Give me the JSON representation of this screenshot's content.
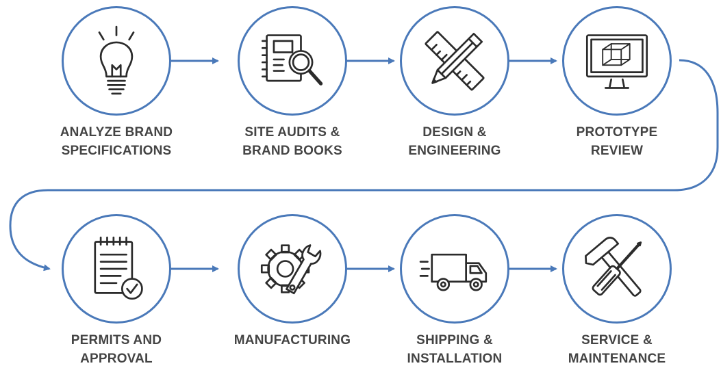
{
  "colors": {
    "accent": "#4a79b9",
    "text": "#444444",
    "icon": "#2b2b2b"
  },
  "steps": [
    {
      "lines": [
        "ANALYZE BRAND",
        "SPECIFICATIONS"
      ],
      "icon": "lightbulb-icon"
    },
    {
      "lines": [
        "SITE AUDITS &",
        "BRAND BOOKS"
      ],
      "icon": "notebook-magnifier-icon"
    },
    {
      "lines": [
        "DESIGN &",
        "ENGINEERING"
      ],
      "icon": "pencil-ruler-icon"
    },
    {
      "lines": [
        "PROTOTYPE",
        "REVIEW"
      ],
      "icon": "monitor-cube-icon"
    },
    {
      "lines": [
        "PERMITS AND",
        "APPROVAL"
      ],
      "icon": "checklist-icon"
    },
    {
      "lines": [
        "MANUFACTURING",
        ""
      ],
      "icon": "gear-wrench-icon"
    },
    {
      "lines": [
        "SHIPPING &",
        "INSTALLATION"
      ],
      "icon": "truck-icon"
    },
    {
      "lines": [
        "SERVICE &",
        "MAINTENANCE"
      ],
      "icon": "hammer-screwdriver-icon"
    }
  ]
}
